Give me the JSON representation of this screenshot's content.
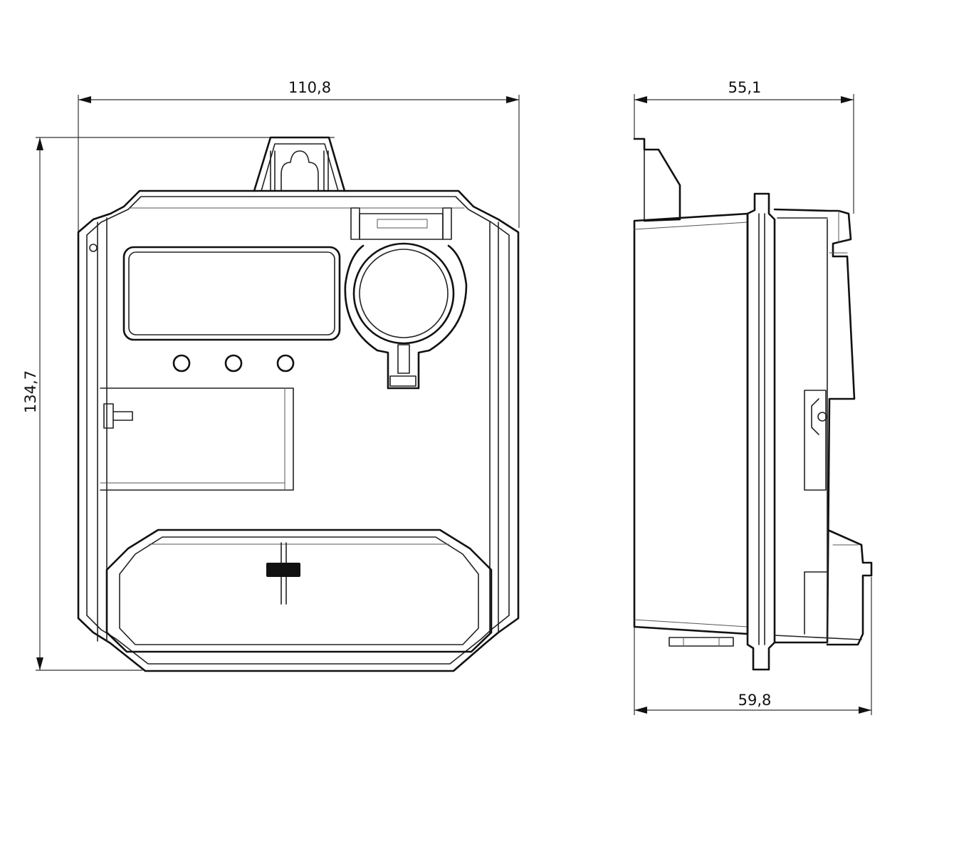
{
  "dimensions": {
    "front_width": "110,8",
    "front_height": "134,7",
    "side_top_depth": "55,1",
    "side_bottom_depth": "59,8"
  }
}
